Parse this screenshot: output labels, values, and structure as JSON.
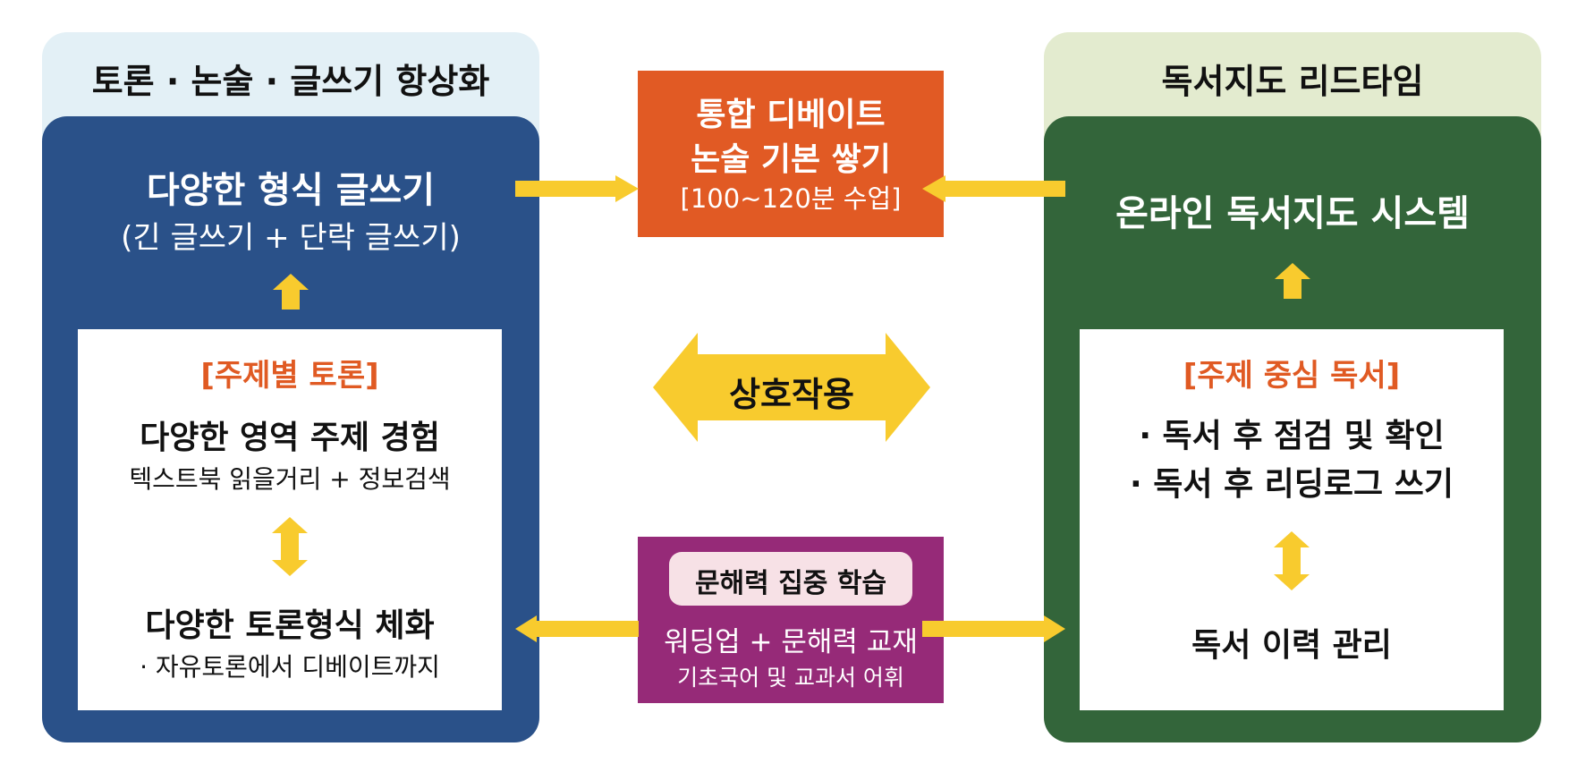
{
  "colors": {
    "left_header_bg": "#e3f0f6",
    "left_panel_bg": "#2a5189",
    "right_header_bg": "#e3ebcf",
    "right_panel_bg": "#33653a",
    "orange_box": "#e15a24",
    "purple_box": "#962a78",
    "purple_pill": "#f7e1e6",
    "arrow_yellow": "#f8cb2e",
    "accent_orange_text": "#e05a23"
  },
  "left": {
    "header": "토론 · 논술 · 글쓰기 항상화",
    "top_title": "다양한 형식 글쓰기",
    "top_subtitle": "(긴 글쓰기 + 단락 글쓰기)",
    "box": {
      "tag": "[주제별 토론]",
      "item1_title": "다양한 영역 주제 경험",
      "item1_sub": "텍스트북 읽을거리 + 정보검색",
      "item2_title": "다양한 토론형식 체화",
      "item2_sub": "· 자유토론에서 디베이트까지"
    }
  },
  "center": {
    "top_box": {
      "line1": "통합 디베이트",
      "line2": "논술 기본 쌓기",
      "line3": "[100~120분 수업]"
    },
    "interaction_label": "상호작용",
    "bottom_box": {
      "pill": "문해력 집중 학습",
      "line1": "워딩업 + 문해력 교재",
      "line2": "기초국어 및 교과서 어휘"
    }
  },
  "right": {
    "header": "독서지도 리드타임",
    "top_title": "온라인 독서지도 시스템",
    "box": {
      "tag": "[주제 중심 독서]",
      "item1": "· 독서 후 점검 및 확인",
      "item2": "· 독서 후 리딩로그 쓰기",
      "item3": "독서 이력 관리"
    }
  }
}
